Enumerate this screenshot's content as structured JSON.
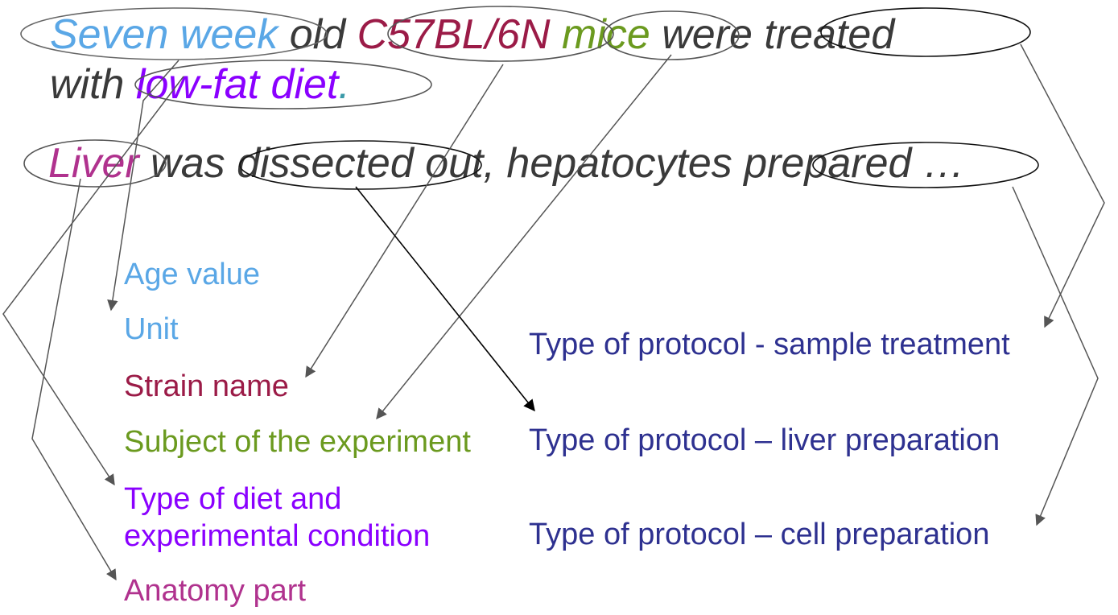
{
  "colors": {
    "ink": "#3a3a3a",
    "age": "#5aa7e6",
    "strain": "#9b1b47",
    "subject": "#6b9a1f",
    "diet": "#8a00ff",
    "anatomy": "#b0328e",
    "protocol": "#2e3190",
    "arrow": "#555555",
    "ellipse_blue": "#6a6a6a",
    "ellipse_dark": "#111111"
  },
  "sentence": {
    "line1": {
      "seven_week": "Seven week",
      "old": " old ",
      "strain": "C57BL/6N",
      "mice": " mice",
      "were_treated": " were treated"
    },
    "line2": {
      "with": "with ",
      "diet": "low-fat diet",
      "period": "."
    },
    "line3": {
      "liver": "Liver",
      "rest": " was dissected out, hepatocytes prepared …"
    }
  },
  "labels": {
    "age_value": "Age value",
    "unit": "Unit",
    "strain_name": "Strain name",
    "subject": "Subject of the experiment",
    "diet_line1": "Type of diet and",
    "diet_line2": "experimental condition",
    "anatomy": "Anatomy part",
    "protocol_treatment": "Type of protocol - sample treatment",
    "protocol_liver": "Type of protocol – liver preparation",
    "protocol_cell": "Type of protocol – cell preparation"
  }
}
